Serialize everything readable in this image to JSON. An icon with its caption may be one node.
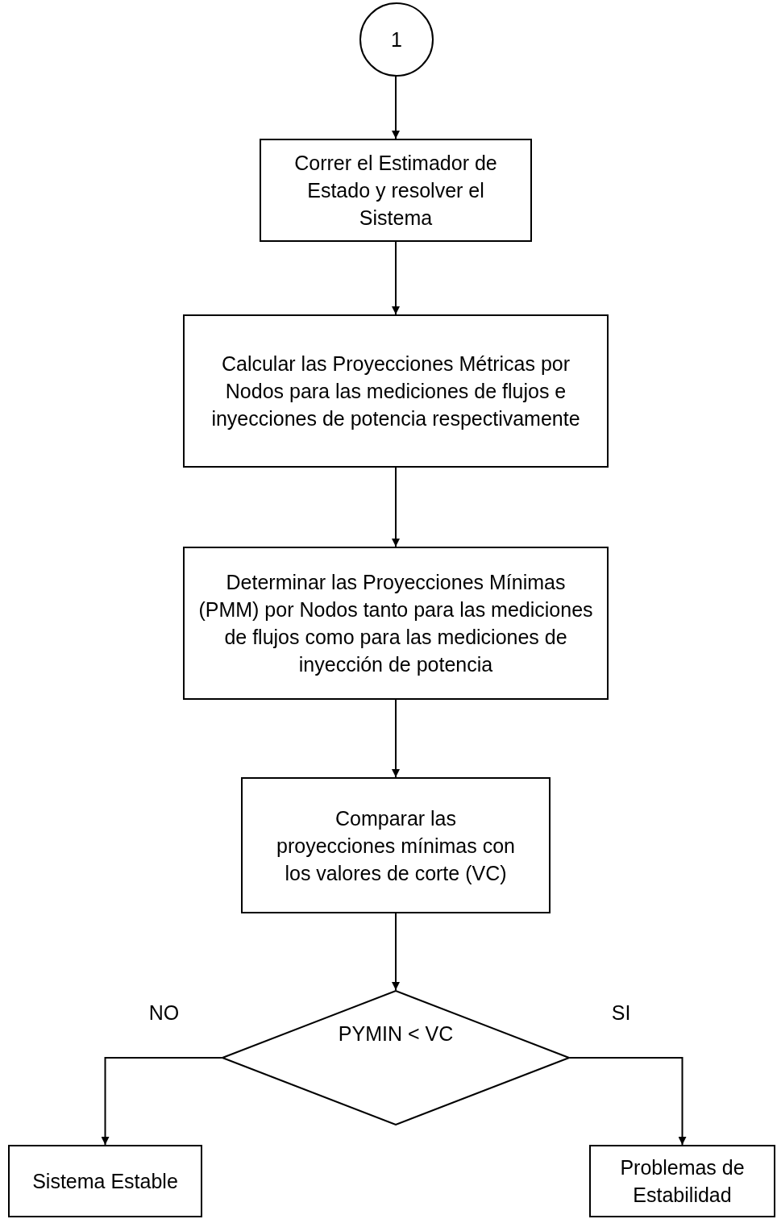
{
  "diagram": {
    "nodes": [
      {
        "text": [
          "1"
        ]
      },
      {
        "text": [
          "Correr el Estimador de Estado y resolver el Sistema"
        ]
      },
      {
        "text": [
          "Calcular las Proyecciones Métricas por Nodos para las mediciones de flujos e inyecciones de potencia respectivamente"
        ]
      },
      {
        "text": [
          "Determinar las Proyecciones Mínimas (PMM) por Nodos tanto para las mediciones de flujos como para las mediciones de inyección de potencia"
        ]
      },
      {
        "text": [
          "Comparar las proyecciones mínimas con los valores de corte (VC)"
        ]
      },
      {
        "text": [
          "PYMIN < VC"
        ]
      },
      {
        "text": [
          "Sistema Estable"
        ]
      },
      {
        "text": [
          "Problemas de Estabilidad"
        ]
      }
    ],
    "edges": [
      {
        "from": 0,
        "to": 1,
        "arrow": "to"
      },
      {
        "from": 1,
        "to": 2,
        "arrow": "to"
      },
      {
        "from": 2,
        "to": 3,
        "arrow": "to"
      },
      {
        "from": 3,
        "to": 4,
        "arrow": "to"
      },
      {
        "from": 4,
        "to": 5,
        "arrow": "to"
      },
      {
        "from": 5,
        "to": 6,
        "arrow": "to",
        "label": "NO"
      },
      {
        "from": 5,
        "to": 7,
        "arrow": "to",
        "label": "SI"
      }
    ]
  }
}
